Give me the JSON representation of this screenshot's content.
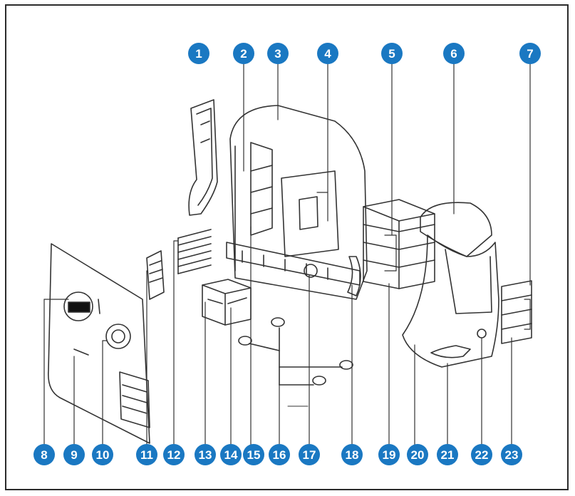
{
  "figure": {
    "accent_color": "#1a78c2",
    "line_color": "#333333"
  },
  "callouts": [
    "1",
    "2",
    "3",
    "4",
    "5",
    "6",
    "7",
    "8",
    "9",
    "10",
    "11",
    "12",
    "13",
    "14",
    "15",
    "16",
    "17",
    "18",
    "19",
    "20",
    "21",
    "22",
    "23"
  ]
}
